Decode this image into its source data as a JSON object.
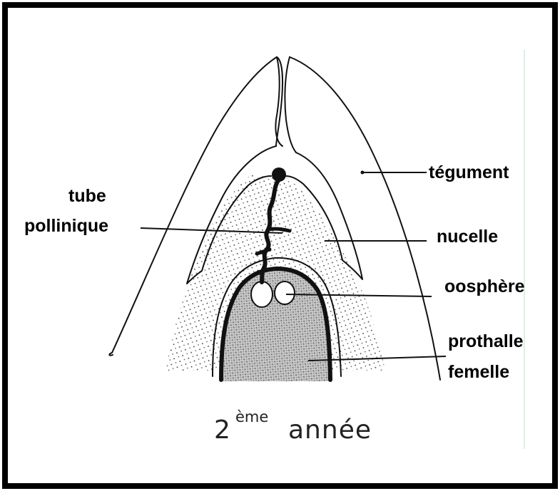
{
  "labels": {
    "tegument": "tégument",
    "tube_line1": "tube",
    "tube_line2": "pollinique",
    "nucelle": "nucelle",
    "oosphere": "oosphère",
    "prothalle_line1": "prothalle",
    "prothalle_line2": "femelle"
  },
  "caption": {
    "number": "2",
    "superscript": "ème",
    "word": "année"
  }
}
